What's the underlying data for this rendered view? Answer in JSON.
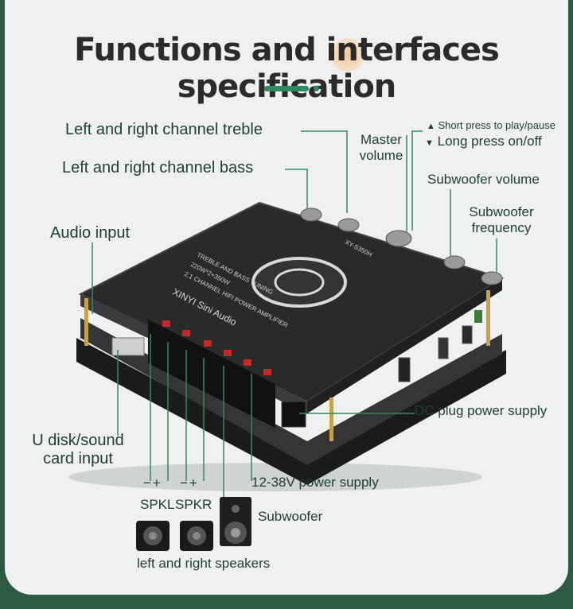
{
  "title": "Functions and interfaces specification",
  "labels": {
    "treble": "Left and right channel treble",
    "bass": "Left and right channel bass",
    "master_line1": "Master",
    "master_line2": "volume",
    "play_short": "Short press to play/pause",
    "play_long": "Long press on/off",
    "sub_volume": "Subwoofer volume",
    "sub_freq_line1": "Subwoofer",
    "sub_freq_line2": "frequency",
    "audio_input": "Audio input",
    "dc_plug": "DC plug power supply",
    "udisk_line1": "U disk/sound",
    "udisk_line2": "card input",
    "power_supply": "12-38V power supply",
    "polarity_l": "−+",
    "polarity_r": "−+",
    "spkl": "SPKL",
    "spkr": "SPKR",
    "subwoofer": "Subwoofer",
    "speakers": "left and right speakers"
  },
  "board": {
    "brand": "XINYI Sini Audio",
    "spec1": "2.1 CHANNEL HIFI POWER AMPLIFIER",
    "spec2": "220W*2+350W",
    "spec3": "TREBLE AND BASS TUNING",
    "model": "XY-S350H"
  },
  "colors": {
    "accent": "#2f8a62",
    "text": "#1f3d30",
    "board": "#2a2a2a",
    "background": "#eef1ef"
  }
}
